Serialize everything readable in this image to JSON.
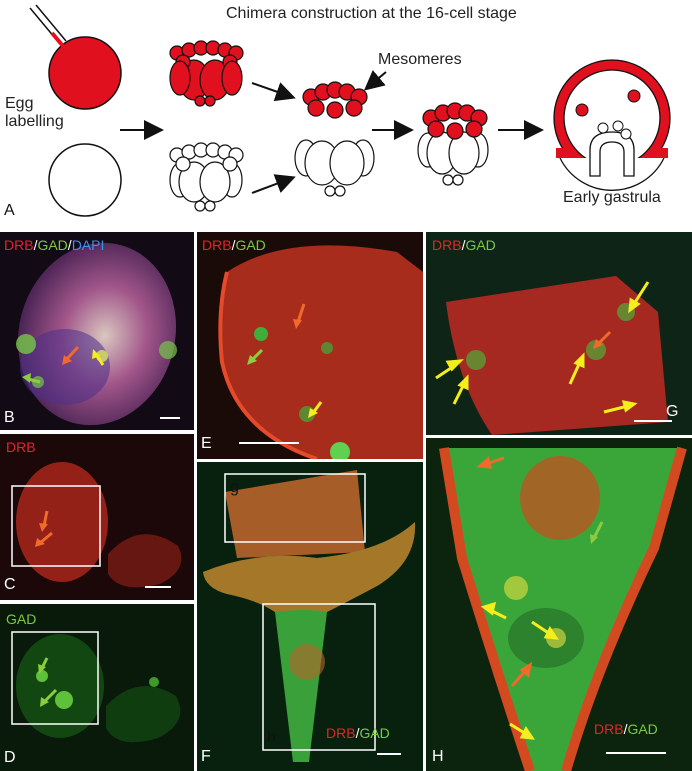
{
  "figure": {
    "title": "Chimera construction at the 16-cell stage",
    "labels": {
      "egg_labelling": "Egg\nlabelling",
      "mesomeres": "Mesomeres",
      "early_gastrula": "Early gastrula"
    },
    "panels": {
      "A": "A",
      "B": "B",
      "C": "C",
      "D": "D",
      "E": "E",
      "F": "F",
      "G": "G",
      "H": "H",
      "g": "g",
      "h": "h"
    },
    "stains": {
      "drb": "DRB",
      "gad": "GAD",
      "dapi": "DAPI",
      "slash": "/"
    },
    "colors": {
      "label_red": "#e0262a",
      "egg_fill": "#e0101e",
      "arrow_orange": "#f06a2c",
      "arrow_green": "#8dcb3f",
      "arrow_yellow": "#f4ee1c",
      "tissue_red": "#c8321e",
      "tissue_green": "#3fae3a"
    }
  }
}
